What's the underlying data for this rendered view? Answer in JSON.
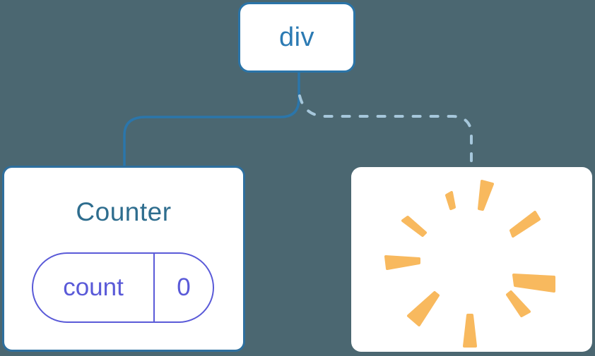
{
  "scene": {
    "description": "Component tree diagram: div root with a preserved Counter child (solid link) and a removed child shown as a poof burst (dashed link)",
    "background_color": "#4b6771"
  },
  "root_node": {
    "label": "div"
  },
  "counter_node": {
    "title": "Counter",
    "state": {
      "key": "count",
      "value": "0"
    },
    "link_style": "solid"
  },
  "removed_node": {
    "icon": "poof-icon",
    "link_style": "dashed"
  },
  "colors": {
    "background": "#4b6771",
    "card": "#ffffff",
    "root_border_blue": "#2a74a8",
    "root_text_blue": "#2b7ab3",
    "counter_border_blue": "#2e6f9e",
    "counter_title_teal": "#2e6d8e",
    "state_indigo": "#5a5ad8",
    "solid_link_blue": "#2b76ab",
    "dashed_link_blue": "#a6c7db",
    "poof_orange": "#f8b95e"
  }
}
